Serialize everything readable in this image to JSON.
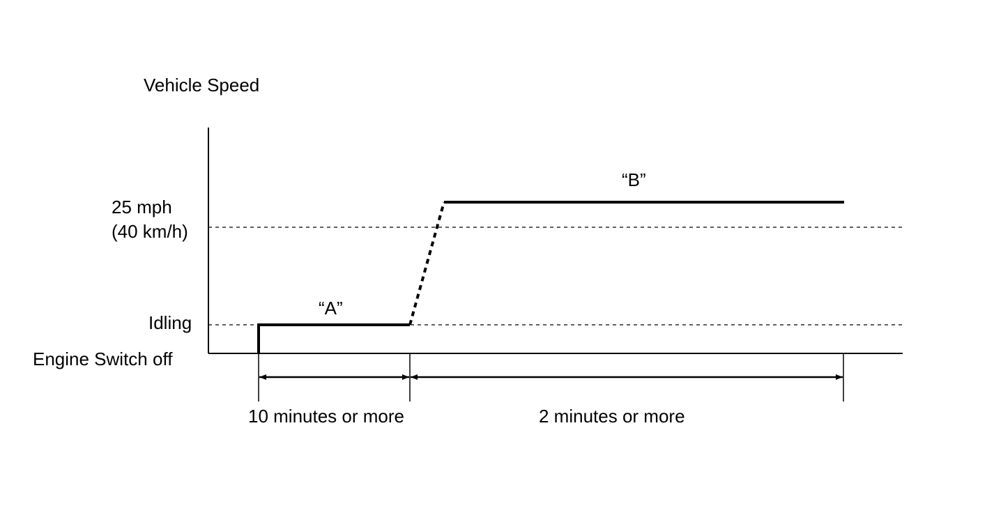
{
  "diagram": {
    "y_axis_title": "Vehicle Speed",
    "levels": {
      "speed_mph": "25 mph",
      "speed_kmh": "(40 km/h)",
      "idling": "Idling",
      "off": "Engine Switch off"
    },
    "segments": {
      "a": "“A”",
      "b": "“B”"
    },
    "durations": {
      "first": "10 minutes or more",
      "second": "2 minutes or more"
    }
  }
}
